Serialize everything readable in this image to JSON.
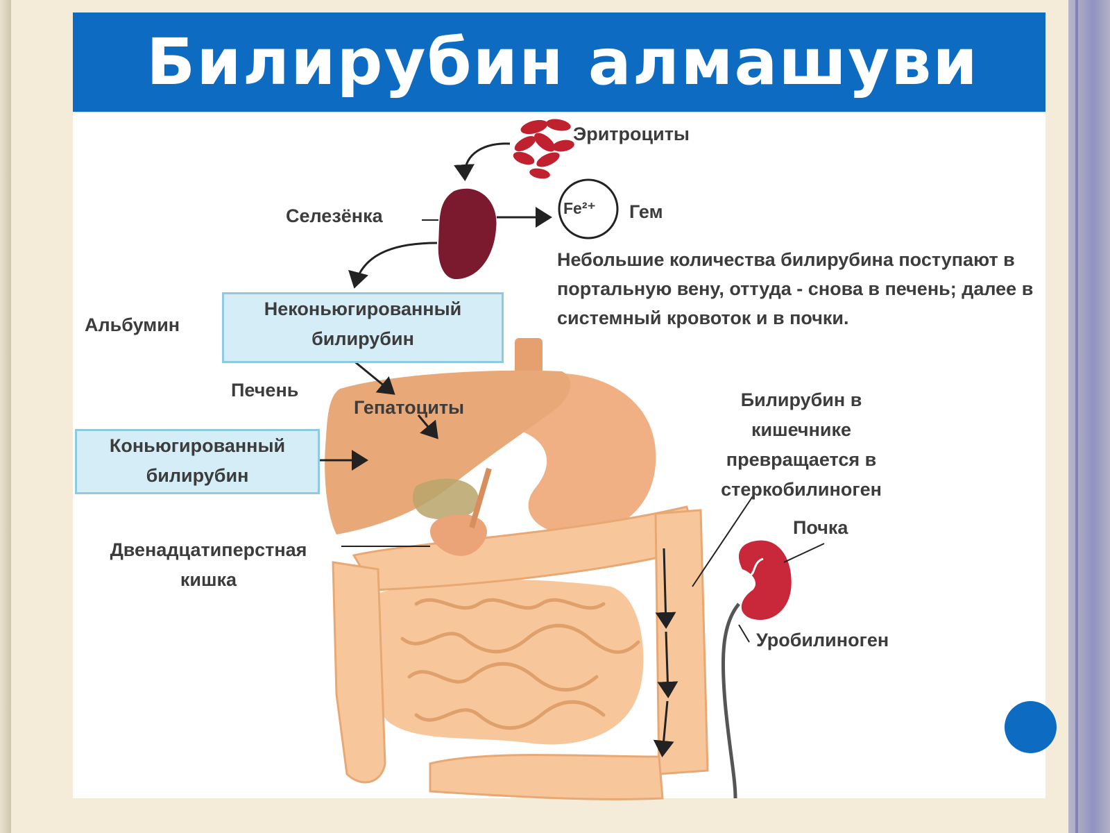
{
  "title": "Билирубин алмашуви",
  "colors": {
    "title_bar": "#0d6cc2",
    "box_fill": "#d4edf7",
    "box_border": "#8fcbe0",
    "erythrocytes": "#c0212e",
    "spleen": "#7b1a2e",
    "liver": "#e8a878",
    "intestine": "#f7c79b",
    "kidney": "#c8283a"
  },
  "labels": {
    "erythrocytes": "Эритроциты",
    "spleen": "Селезёнка",
    "heme": "Гем",
    "iron": "Fe²⁺",
    "albumin": "Альбумин",
    "unconjugated": "Неконьюгированный\nбилирубин",
    "liver": "Печень",
    "hepatocytes": "Гепатоциты",
    "conjugated": "Коньюгированный\nбилирубин",
    "duodenum": "Двенадцатиперстная\nкишка",
    "intestine_note": "Билирубин в\nкишечнике\nпревращается в\nстеркобилиноген",
    "kidney": "Почка",
    "urobilinogen": "Уробилиноген",
    "portal_note": "Небольшие количества билирубина поступают в портальную вену, оттуда - снова в печень; далее в системный кровоток и в почки."
  }
}
